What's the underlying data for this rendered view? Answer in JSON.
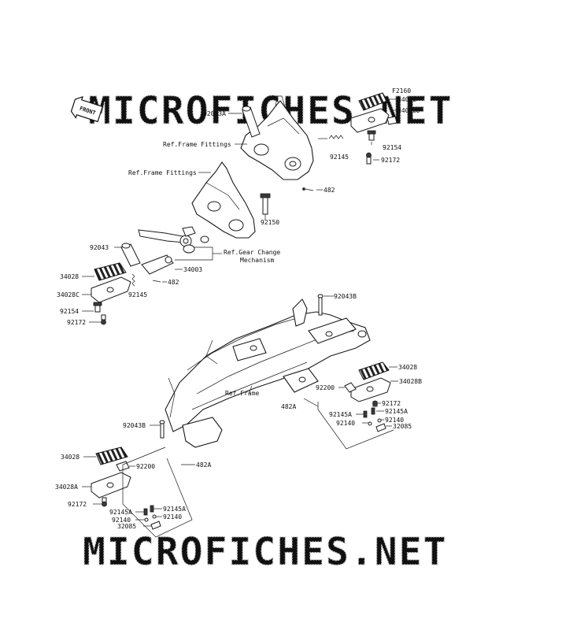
{
  "watermark": "MICROFICHES.NET",
  "front_badge": "FRONT",
  "diagram_code": "F2160",
  "labels": {
    "p92043A": "92043A",
    "refFrameFittingsTop": "Ref.Frame Fittings",
    "refFrameFittingsMid": "Ref.Frame Fittings",
    "p92150": "92150",
    "p482Top": "482",
    "p92145Top": "92145",
    "p34028Top": "34028",
    "p34028DTop": "34028D",
    "p92154Top": "92154",
    "p92172Top": "92172",
    "p92043Left": "92043",
    "refGearChange1": "Ref.Gear Change",
    "refGearChange2": "Mechanism",
    "p34003": "34003",
    "p482Left": "482",
    "p34028Left": "34028",
    "p34028CLeft": "34028C",
    "p92145Left": "92145",
    "p92154Left": "92154",
    "p92172Left": "92172",
    "p92043BTop": "92043B",
    "refFrame": "Ref.Frame",
    "p34028Right": "34028",
    "p34028BRight": "34028B",
    "p92200Right": "92200",
    "p482ARight": "482A",
    "p92172Right": "92172",
    "p92145ARight1": "92145A",
    "p92145ARight2": "92145A",
    "p92140Right1": "92140",
    "p92140Right2": "92140",
    "p32085Right": "32085",
    "p92043BLow": "92043B",
    "p34028Low": "34028",
    "p92200Low": "92200",
    "p482ALow": "482A",
    "p34028ALow": "34028A",
    "p92172Low": "92172",
    "p92145ALow1": "92145A",
    "p92145ALow2": "92145A",
    "p92140Low1": "92140",
    "p92140Low2": "92140",
    "p32085Low": "32085"
  }
}
